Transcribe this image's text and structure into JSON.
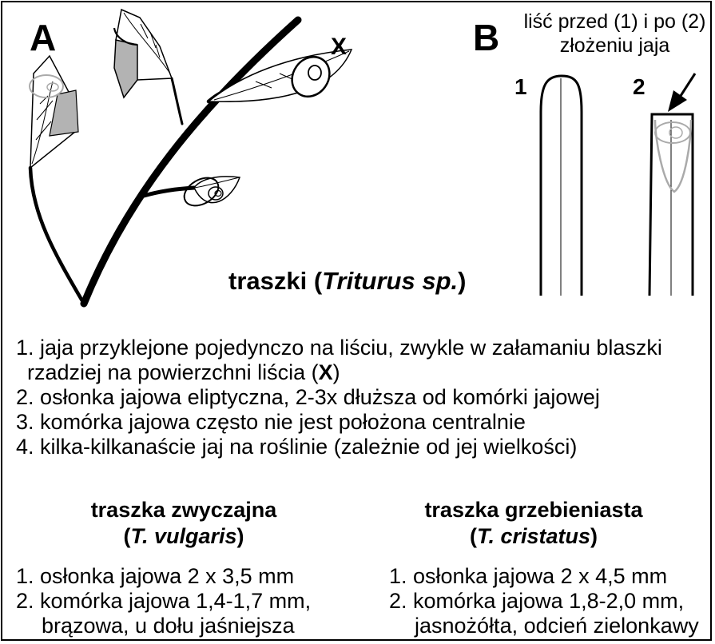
{
  "panel_a": {
    "label": "A",
    "x_label": "X",
    "title_pre": "traszki (",
    "title_italic": "Triturus sp.",
    "title_post": ")"
  },
  "panel_b": {
    "label": "B",
    "caption_line1": "liść przed (1) i po (2)",
    "caption_line2": "złożeniu jaja",
    "leaf1_label": "1",
    "leaf2_label": "2"
  },
  "features": [
    {
      "num": "1.",
      "text": "jaja przyklejone pojedynczo na liściu, zwykle w załamaniu blaszki"
    },
    {
      "num": "",
      "text_pre": "rzadziej na powierzchni liścia (",
      "text_bold": "X",
      "text_post": ")"
    },
    {
      "num": "2.",
      "text": "osłonka jajowa eliptyczna, 2-3x dłuższa od komórki jajowej"
    },
    {
      "num": "3.",
      "text": "komórka jajowa często nie jest położona centralnie"
    },
    {
      "num": "4.",
      "text": "kilka-kilkanaście jaj na roślinie (zależnie od jej wielkości)"
    }
  ],
  "species_left": {
    "name": "traszka zwyczajna",
    "latin_pre": "(",
    "latin": "T. vulgaris",
    "latin_post": ")",
    "items": [
      "1. osłonka jajowa 2 x 3,5 mm",
      "2. komórka jajowa 1,4-1,7 mm,",
      "brązowa, u dołu jaśniejsza"
    ]
  },
  "species_right": {
    "name": "traszka grzebieniasta",
    "latin_pre": "(",
    "latin": "T. cristatus",
    "latin_post": ")",
    "items": [
      "1. osłonka jajowa 2 x 4,5 mm",
      "2. komórka jajowa 1,8-2,0 mm,",
      "jasnożółta, odcień zielonkawy"
    ]
  },
  "colors": {
    "stroke": "#000000",
    "leaf_fill": "#ffffff",
    "fold_fill": "#b3b3b3",
    "egg_gray": "#aaaaaa"
  }
}
